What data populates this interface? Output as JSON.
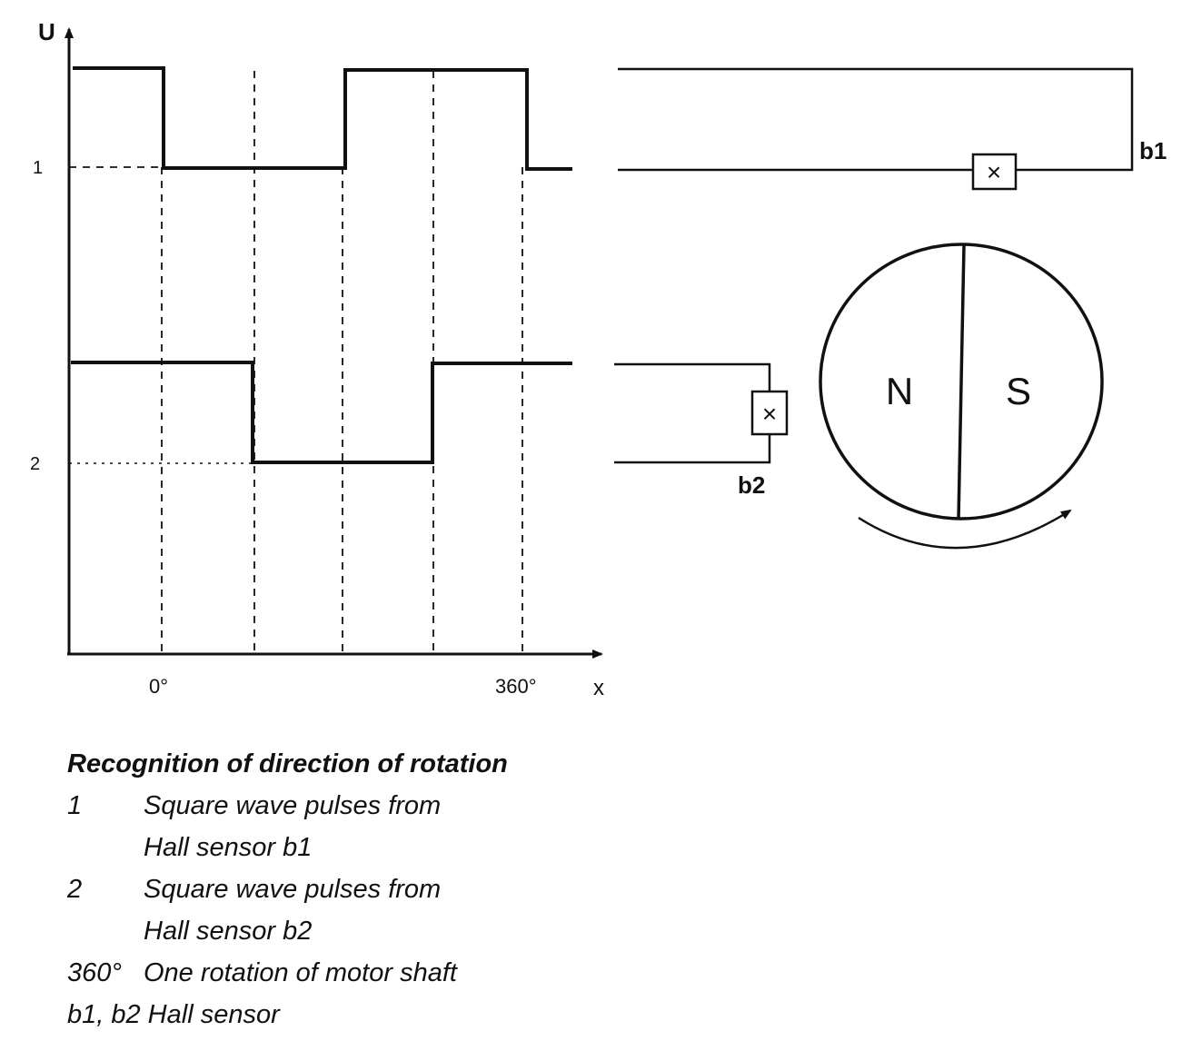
{
  "axes": {
    "y_label": "U",
    "x_label": "x",
    "x_tick_start": "0°",
    "x_tick_end": "360°",
    "trace_1_label": "1",
    "trace_2_label": "2"
  },
  "sensors": {
    "b1_label": "b1",
    "b2_label": "b2",
    "sensor_symbol": "×"
  },
  "magnet": {
    "north_label": "N",
    "south_label": "S"
  },
  "legend": {
    "title": "Recognition of direction of rotation",
    "items": [
      {
        "key": "1",
        "line1": "Square wave pulses from",
        "line2": "Hall sensor b1"
      },
      {
        "key": "2",
        "line1": "Square wave pulses from",
        "line2": "Hall sensor b2"
      },
      {
        "key": "360°",
        "line1": "One rotation of motor shaft"
      }
    ],
    "footer": "b1, b2 Hall sensor"
  }
}
